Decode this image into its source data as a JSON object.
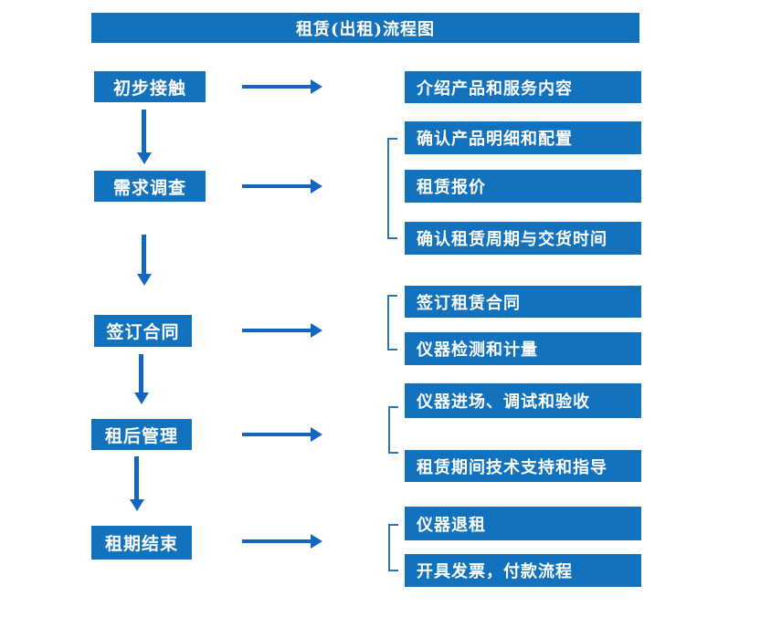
{
  "title": "租赁(出租)流程图",
  "colors": {
    "box_blue": "#1272BE",
    "arrow_blue": "#1467C0",
    "bracket_blue": "#2E74B5",
    "text": "#FFFFFF"
  },
  "stages": [
    {
      "label": "初步接触",
      "details": [
        "介绍产品和服务内容"
      ]
    },
    {
      "label": "需求调查",
      "details": [
        "确认产品明细和配置",
        "租赁报价",
        "确认租赁周期与交货时间"
      ]
    },
    {
      "label": "签订合同",
      "details": [
        "签订租赁合同",
        "仪器检测和计量"
      ]
    },
    {
      "label": "租后管理",
      "details": [
        "仪器进场、调试和验收",
        "租赁期间技术支持和指导"
      ]
    },
    {
      "label": "租期结束",
      "details": [
        "仪器退租",
        "开具发票，付款流程"
      ]
    }
  ]
}
